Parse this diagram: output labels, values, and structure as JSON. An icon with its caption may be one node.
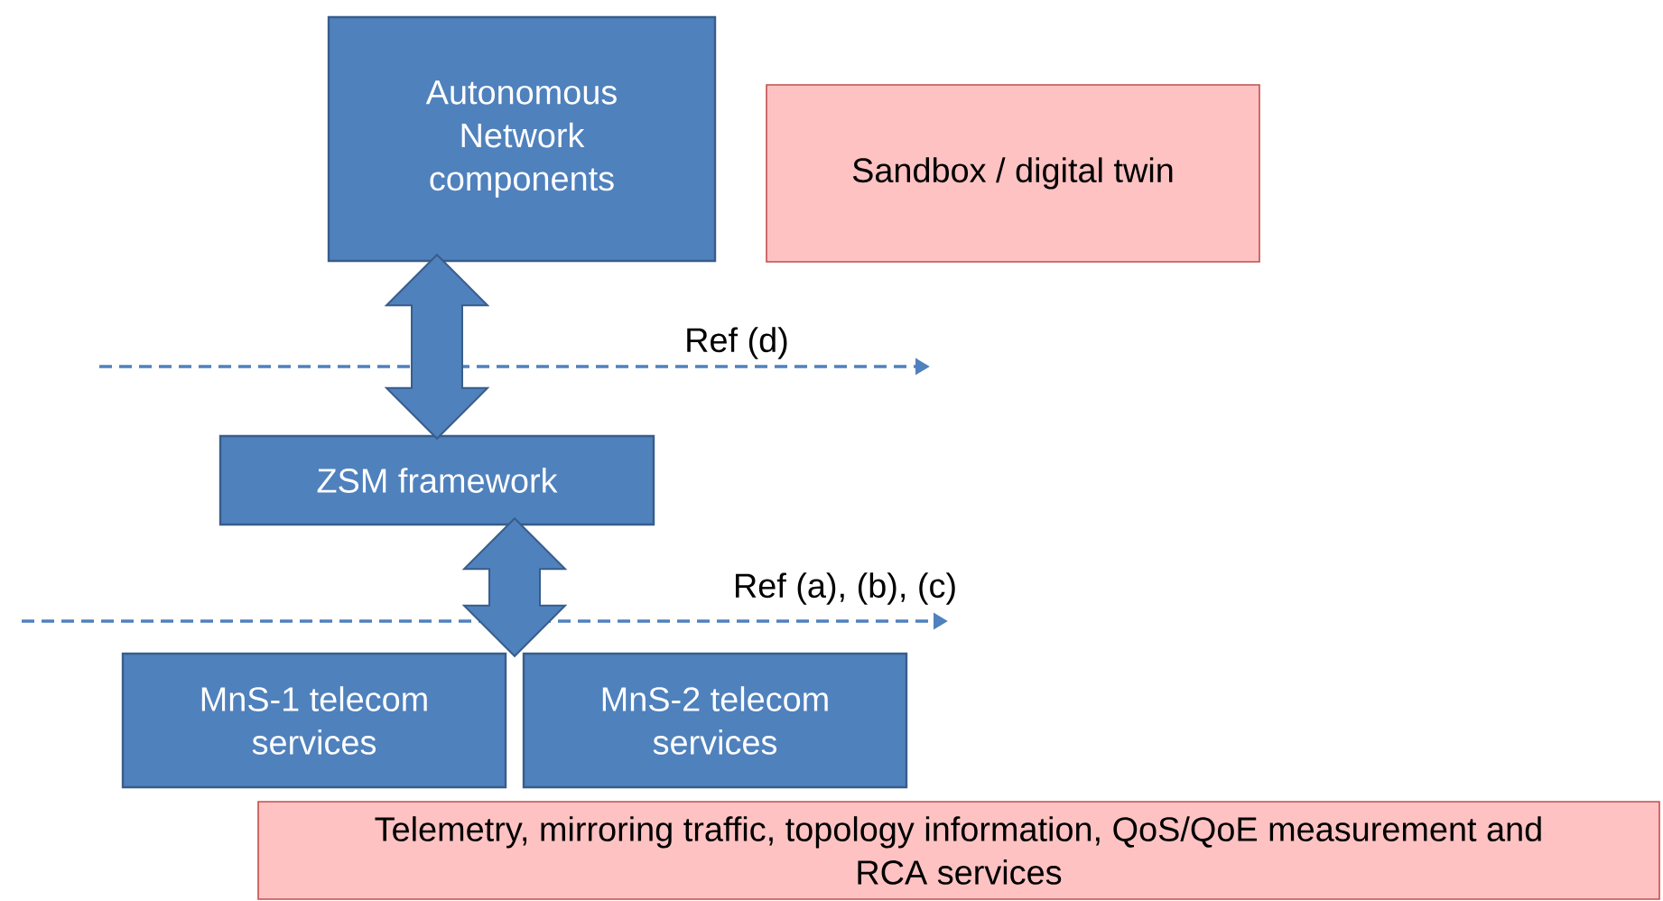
{
  "diagram": {
    "nodes": [
      {
        "text": [
          "Autonomous Network components"
        ]
      },
      {
        "text": [
          "Sandbox / digital twin"
        ]
      },
      {
        "text": [
          "ZSM framework"
        ]
      },
      {
        "text": [
          "MnS-1 telecom services"
        ]
      },
      {
        "text": [
          "MnS-2 telecom services"
        ]
      },
      {
        "text": [
          "Telemetry, mirroring traffic, topology information, QoS/QoE measurement and RCA services"
        ]
      }
    ],
    "edges": [
      {
        "from": 0,
        "to": 2,
        "arrow": "both"
      },
      {
        "from": 2,
        "to": 3,
        "arrow": "both"
      },
      {
        "from": 2,
        "to": 4,
        "arrow": "both"
      }
    ],
    "labels": [
      "Ref (d)",
      "Ref (a), (b), (c)"
    ]
  }
}
